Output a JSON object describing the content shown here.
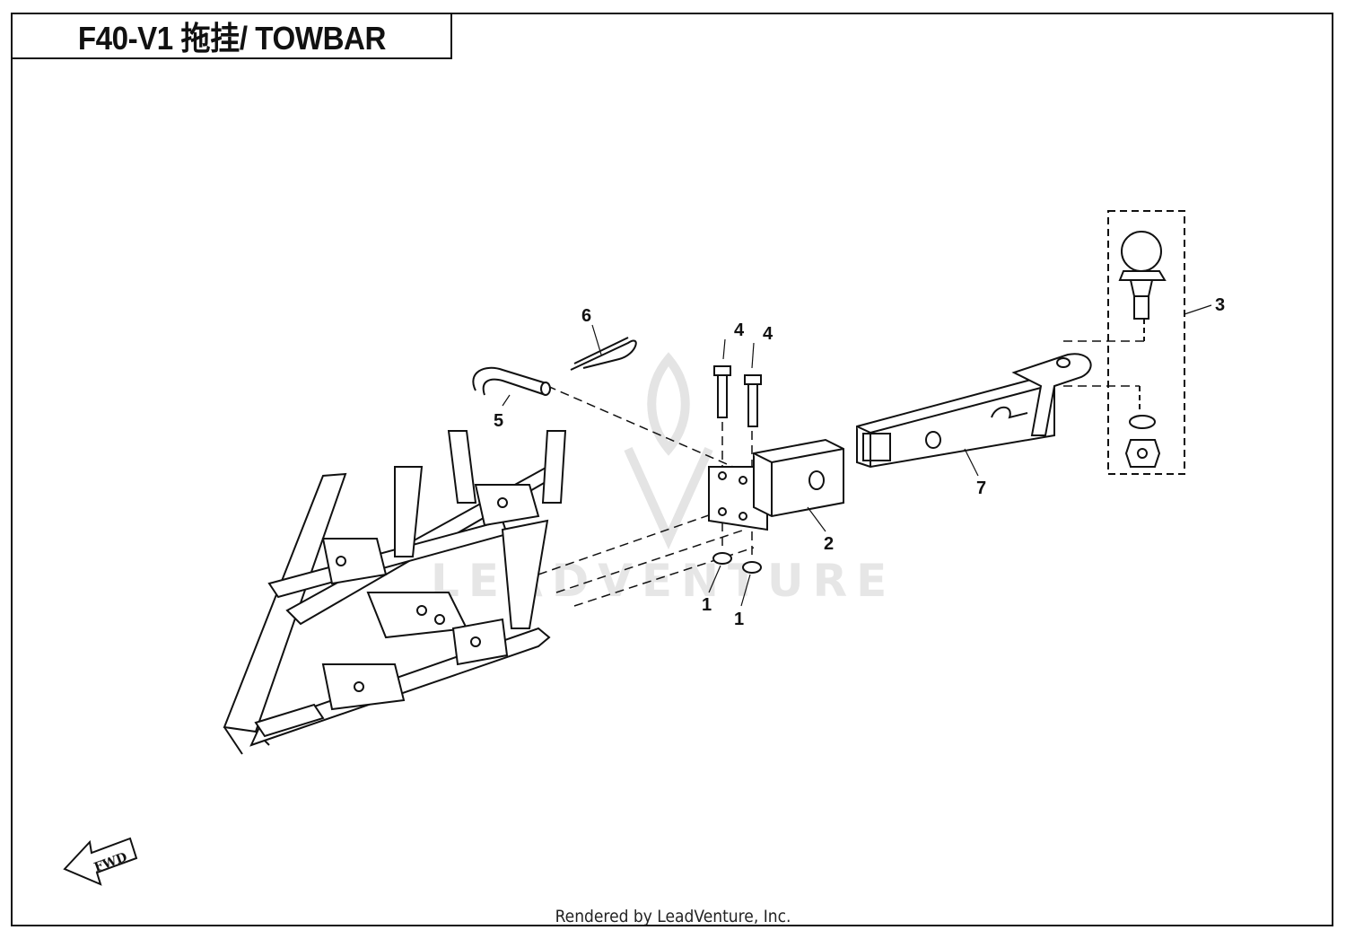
{
  "title": "F40-V1 拖挂/ TOWBAR",
  "footer": "Rendered by LeadVenture, Inc.",
  "watermark": "LEADVENTURE",
  "fwd_label": "FWD",
  "callouts": {
    "c1a": "1",
    "c1b": "1",
    "c2": "2",
    "c3": "3",
    "c4a": "4",
    "c4b": "4",
    "c5": "5",
    "c6": "6",
    "c7": "7"
  },
  "icons": [
    "fwd-arrow-icon",
    "leadventure-logo-icon"
  ],
  "colors": {
    "line": "#111111",
    "watermark": "#e6e6e6"
  }
}
